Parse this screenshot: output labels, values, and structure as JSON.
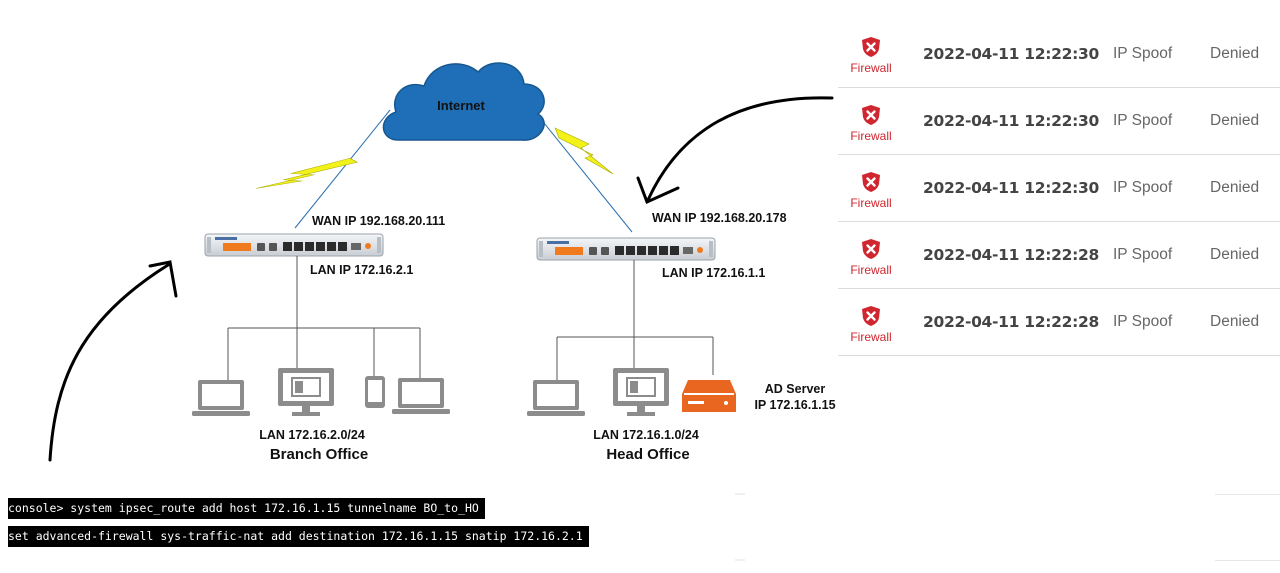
{
  "diagram": {
    "internet_label": "Internet",
    "branch": {
      "wan_ip": "WAN IP 192.168.20.111",
      "lan_ip": "LAN IP 172.16.2.1",
      "subnet": "LAN 172.16.2.0/24",
      "name": "Branch Office"
    },
    "head": {
      "wan_ip": "WAN IP 192.168.20.178",
      "lan_ip": "LAN IP 172.16.1.1",
      "subnet": "LAN 172.16.1.0/24",
      "name": "Head Office"
    },
    "ad_server": {
      "name": "AD Server",
      "ip": "IP 172.16.1.15"
    },
    "colors": {
      "cloud": "#1f6fb8",
      "lightning": "#f2f21a",
      "device": "#8c8c8c",
      "server": "#e8661f"
    }
  },
  "log": {
    "rows": [
      {
        "source": "Firewall",
        "time": "2022-04-11 12:22:30",
        "type": "IP Spoof",
        "status": "Denied"
      },
      {
        "source": "Firewall",
        "time": "2022-04-11 12:22:30",
        "type": "IP Spoof",
        "status": "Denied"
      },
      {
        "source": "Firewall",
        "time": "2022-04-11 12:22:30",
        "type": "IP Spoof",
        "status": "Denied"
      },
      {
        "source": "Firewall",
        "time": "2022-04-11 12:22:28",
        "type": "IP Spoof",
        "status": "Denied"
      },
      {
        "source": "Firewall",
        "time": "2022-04-11 12:22:28",
        "type": "IP Spoof",
        "status": "Denied"
      }
    ],
    "icon": "shield-x-icon",
    "accent": "#d0262f"
  },
  "console": {
    "line1": "console> system ipsec_route add host 172.16.1.15 tunnelname BO_to_HO",
    "line2": "set advanced-firewall sys-traffic-nat add destination 172.16.1.15 snatip 172.16.2.1"
  }
}
